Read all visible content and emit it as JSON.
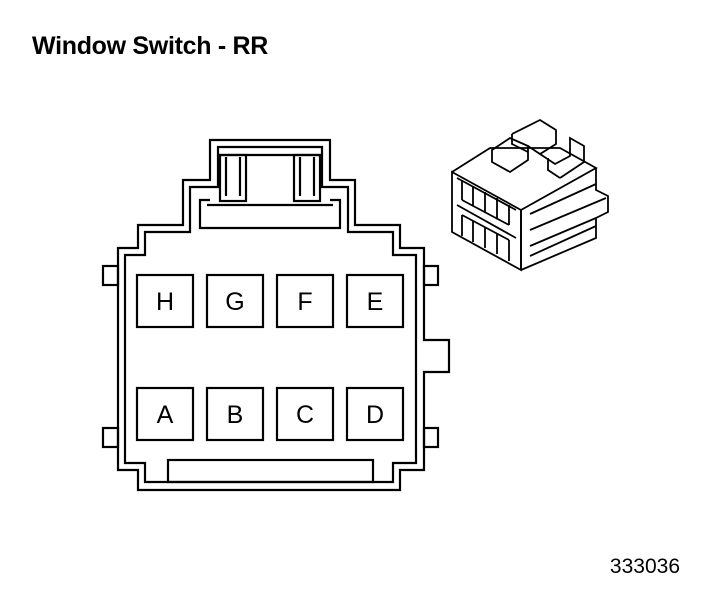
{
  "title": "Window Switch - RR",
  "figure_id": "333036",
  "pins_top": [
    "H",
    "G",
    "F",
    "E"
  ],
  "pins_bottom": [
    "A",
    "B",
    "C",
    "D"
  ],
  "colors": {
    "line": "#000000",
    "background": "#ffffff"
  }
}
